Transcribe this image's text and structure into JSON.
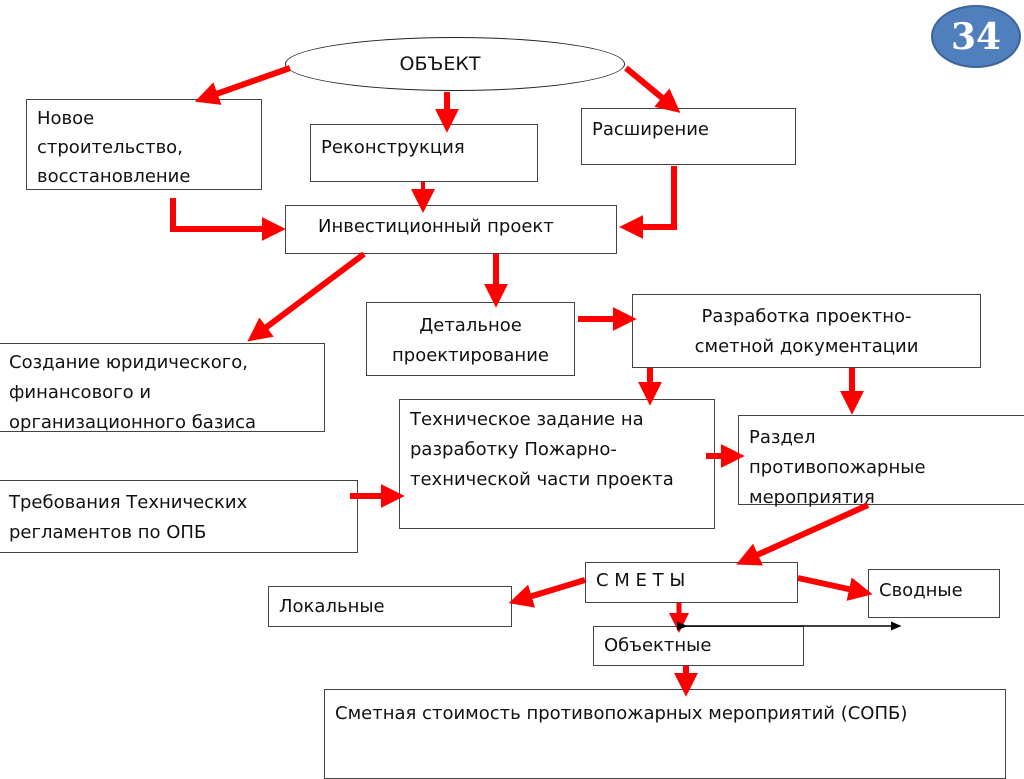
{
  "slide": {
    "page_number": "34",
    "colors": {
      "arrow": "#ff0000",
      "badge": "#4f7fbd",
      "border": "#444444"
    }
  },
  "nodes": {
    "object": "ОБЪЕКТ",
    "new_construction": [
      "Новое",
      "строительство,",
      "восстановление"
    ],
    "reconstruction": "Реконструкция",
    "expansion": "Расширение",
    "investment_project": "Инвестиционный проект",
    "legal_basis": [
      "Создание юридического,",
      "финансового и",
      "организационного базиса"
    ],
    "detailed_design": [
      "Детальное",
      "проектирование"
    ],
    "design_estimate_docs": [
      "Разработка проектно-",
      "сметной документации"
    ],
    "tech_requirements": [
      "Требования  Технических",
      "регламентов по ОПБ"
    ],
    "tech_assignment": [
      "Техническое задание на",
      "разработку Пожарно-",
      "технической части проекта"
    ],
    "fire_section": [
      "Раздел",
      "противопожарные",
      "мероприятия"
    ],
    "estimates": "С М Е Т Ы",
    "local": "Локальные",
    "summary": "Сводные",
    "object_estimates": "Объектные",
    "fire_cost": "Сметная стоимость противопожарных мероприятий (СОПБ)"
  },
  "edges": [
    {
      "from": "object",
      "to": "new_construction"
    },
    {
      "from": "object",
      "to": "reconstruction"
    },
    {
      "from": "object",
      "to": "expansion"
    },
    {
      "from": "new_construction",
      "to": "investment_project"
    },
    {
      "from": "reconstruction",
      "to": "investment_project"
    },
    {
      "from": "expansion",
      "to": "investment_project"
    },
    {
      "from": "investment_project",
      "to": "legal_basis"
    },
    {
      "from": "investment_project",
      "to": "detailed_design"
    },
    {
      "from": "detailed_design",
      "to": "design_estimate_docs"
    },
    {
      "from": "design_estimate_docs",
      "to": "tech_assignment"
    },
    {
      "from": "design_estimate_docs",
      "to": "fire_section"
    },
    {
      "from": "tech_requirements",
      "to": "tech_assignment"
    },
    {
      "from": "tech_assignment",
      "to": "fire_section"
    },
    {
      "from": "fire_section",
      "to": "estimates"
    },
    {
      "from": "estimates",
      "to": "local"
    },
    {
      "from": "estimates",
      "to": "summary"
    },
    {
      "from": "estimates",
      "to": "object_estimates"
    },
    {
      "from": "object_estimates",
      "to": "summary",
      "style": "thin-double"
    },
    {
      "from": "object_estimates",
      "to": "fire_cost"
    }
  ]
}
